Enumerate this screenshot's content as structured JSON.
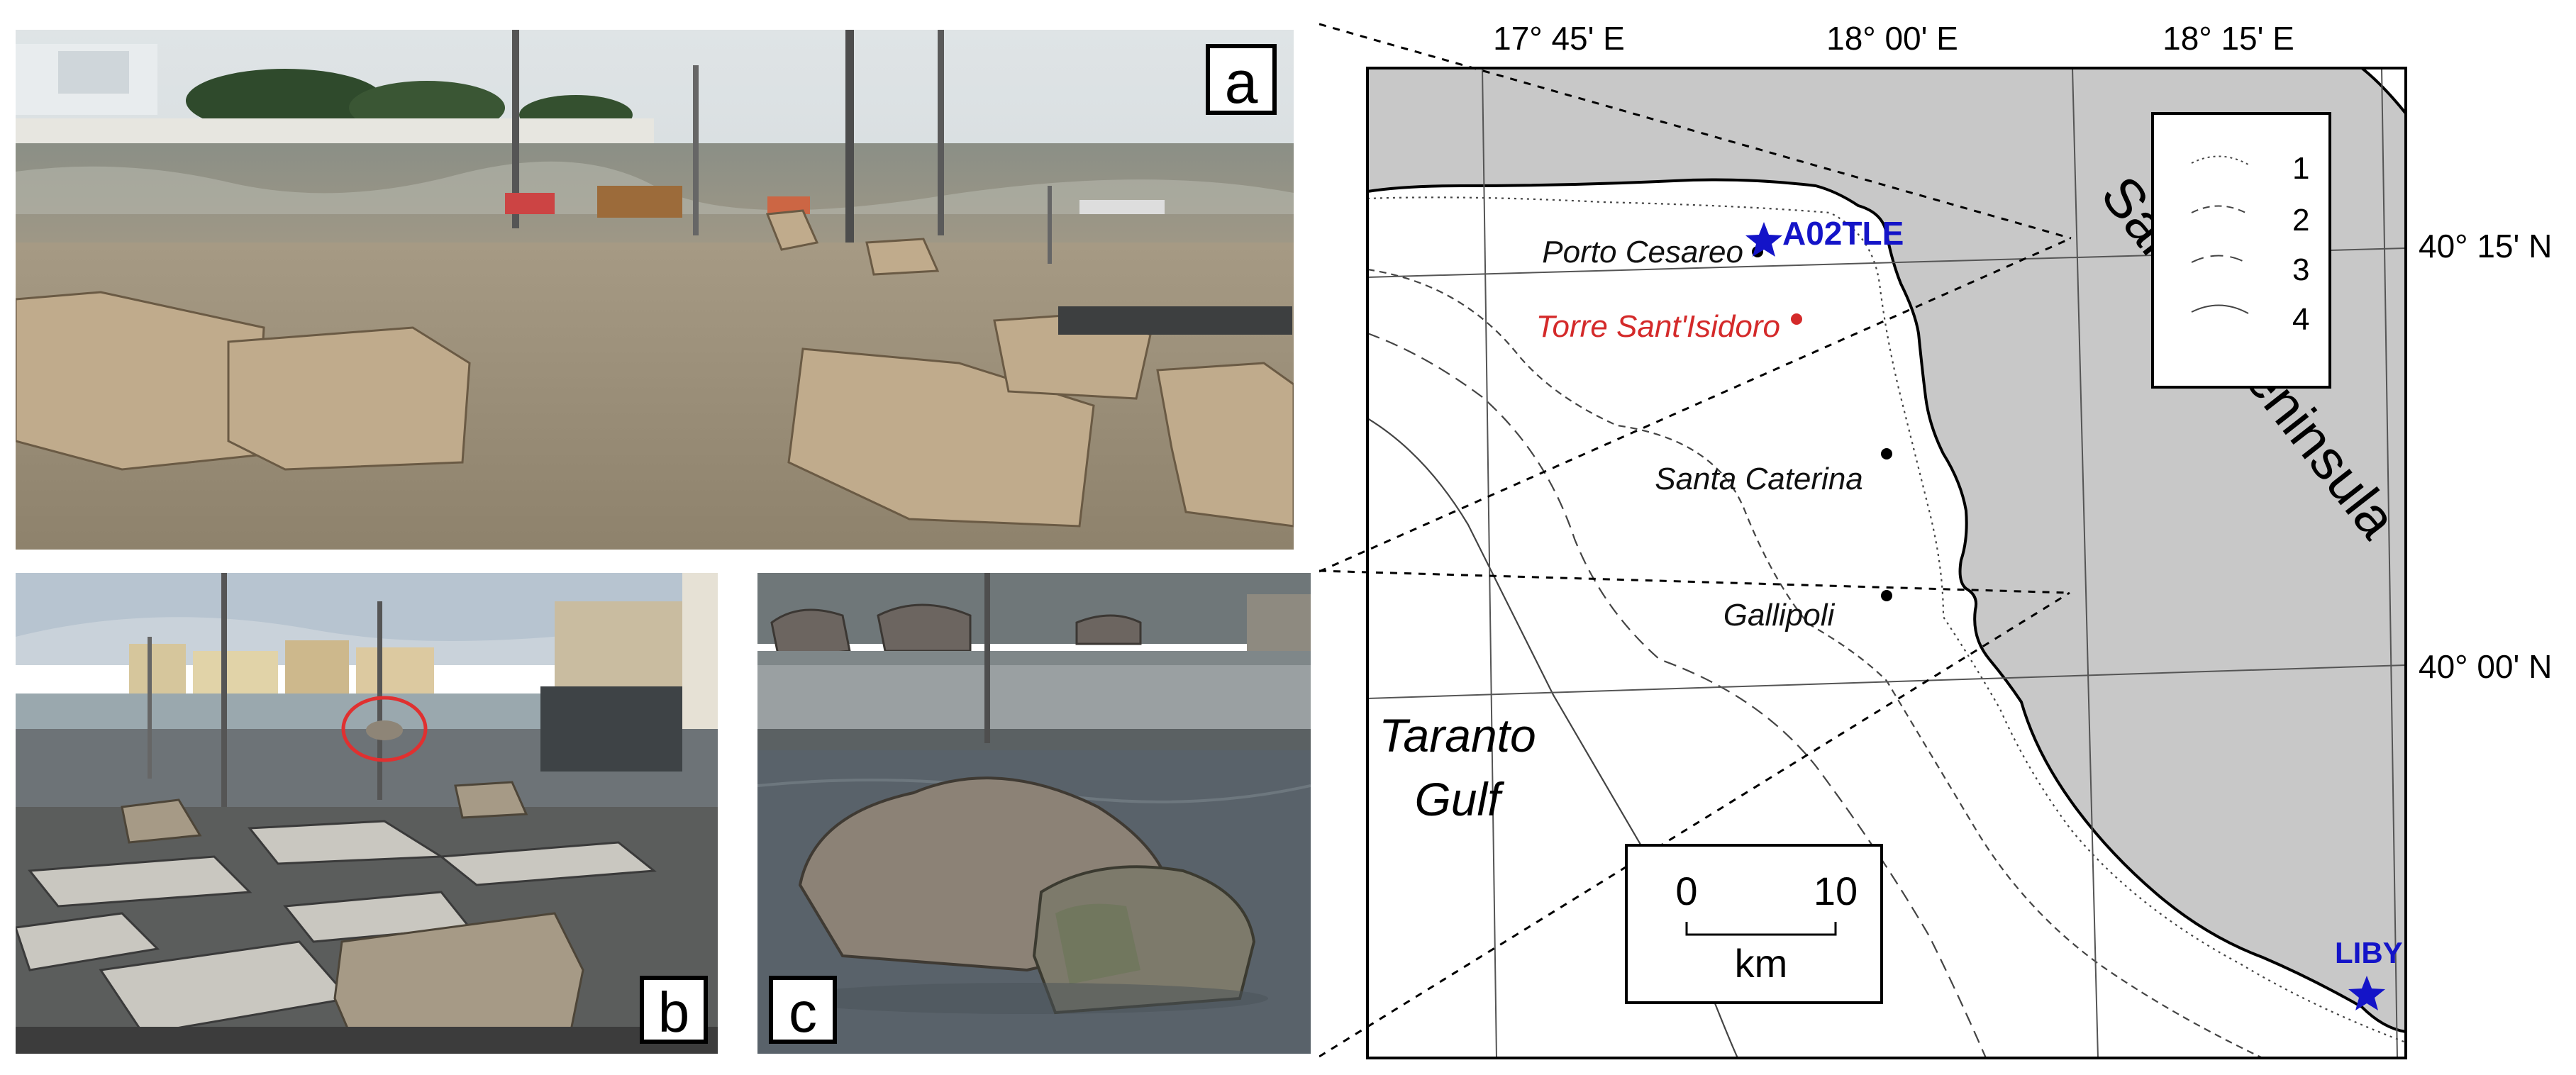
{
  "figure": {
    "panels": [
      {
        "id": "a",
        "label": "a",
        "description_icon": "storm-surge-photo"
      },
      {
        "id": "b",
        "label": "b",
        "description_icon": "damaged-promenade-photo"
      },
      {
        "id": "c",
        "label": "c",
        "description_icon": "displaced-boulder-photo"
      }
    ]
  },
  "map": {
    "longitude_labels": [
      "17° 45' E",
      "18° 00' E",
      "18° 15' E"
    ],
    "latitude_labels": [
      "40° 15' N",
      "40° 00' N"
    ],
    "peninsula_label": "Salento peninsula",
    "sea_label_line1": "Taranto",
    "sea_label_line2": "Gulf",
    "places": [
      {
        "name": "Porto Cesareo",
        "color": "#111111"
      },
      {
        "name": "Torre Sant'Isidoro",
        "color": "#d42a2a"
      },
      {
        "name": "Santa Caterina",
        "color": "#111111"
      },
      {
        "name": "Gallipoli",
        "color": "#111111"
      }
    ],
    "stations": [
      {
        "name": "A02TLE",
        "color": "#1414c8",
        "icon": "star-icon"
      },
      {
        "name": "LIBY",
        "color": "#1414c8",
        "icon": "star-icon"
      }
    ],
    "legend": {
      "items": [
        "1",
        "2",
        "3",
        "4"
      ]
    },
    "scale_bar": {
      "start": "0",
      "end": "10",
      "unit": "km"
    },
    "colors": {
      "land": "#c8c8c8",
      "sea": "#ffffff",
      "grid": "#555555",
      "station": "#1414c8",
      "highlight_place": "#d42a2a"
    }
  }
}
